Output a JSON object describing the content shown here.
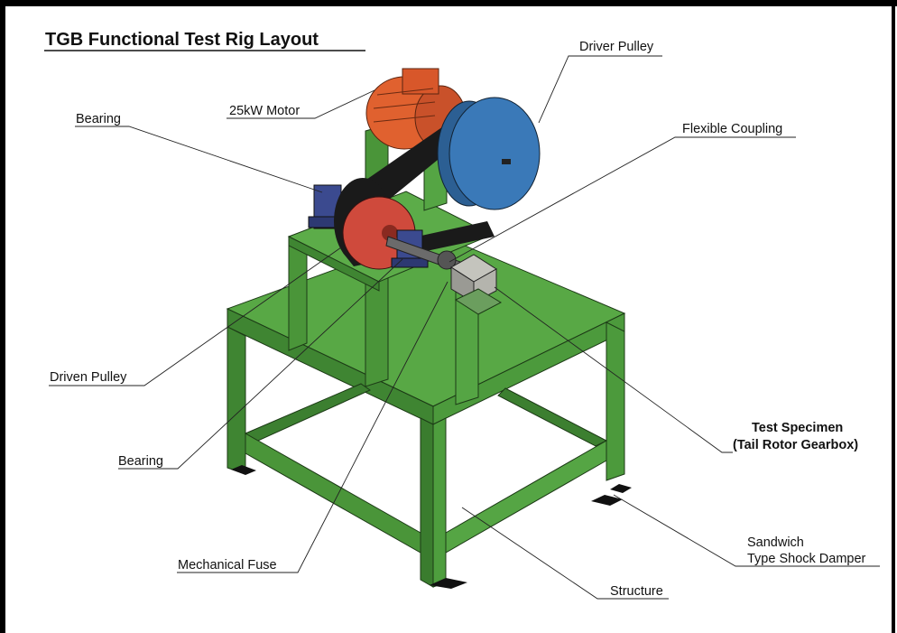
{
  "title": "TGB Functional Test Rig Layout",
  "labels": {
    "driver_pulley": "Driver Pulley",
    "motor": "25kW Motor",
    "bearing_top": "Bearing",
    "flexible_coupling": "Flexible Coupling",
    "driven_pulley": "Driven Pulley",
    "bearing_bottom": "Bearing",
    "test_specimen_line1": "Test Specimen",
    "test_specimen_line2": "(Tail Rotor Gearbox)",
    "mechanical_fuse": "Mechanical Fuse",
    "damper_line1": "Sandwich",
    "damper_line2": "Type Shock Damper",
    "structure": "Structure"
  },
  "colors": {
    "frame_green": "#4e9a3f",
    "frame_dark": "#2f6b28",
    "motor_orange": "#e0612f",
    "driver_pulley_blue": "#3a79b8",
    "driven_pulley_red": "#cf4a3c",
    "bearing_blue": "#3b4a8f",
    "gearbox_gray": "#a7a7a0",
    "belt": "#1a1a1a"
  }
}
